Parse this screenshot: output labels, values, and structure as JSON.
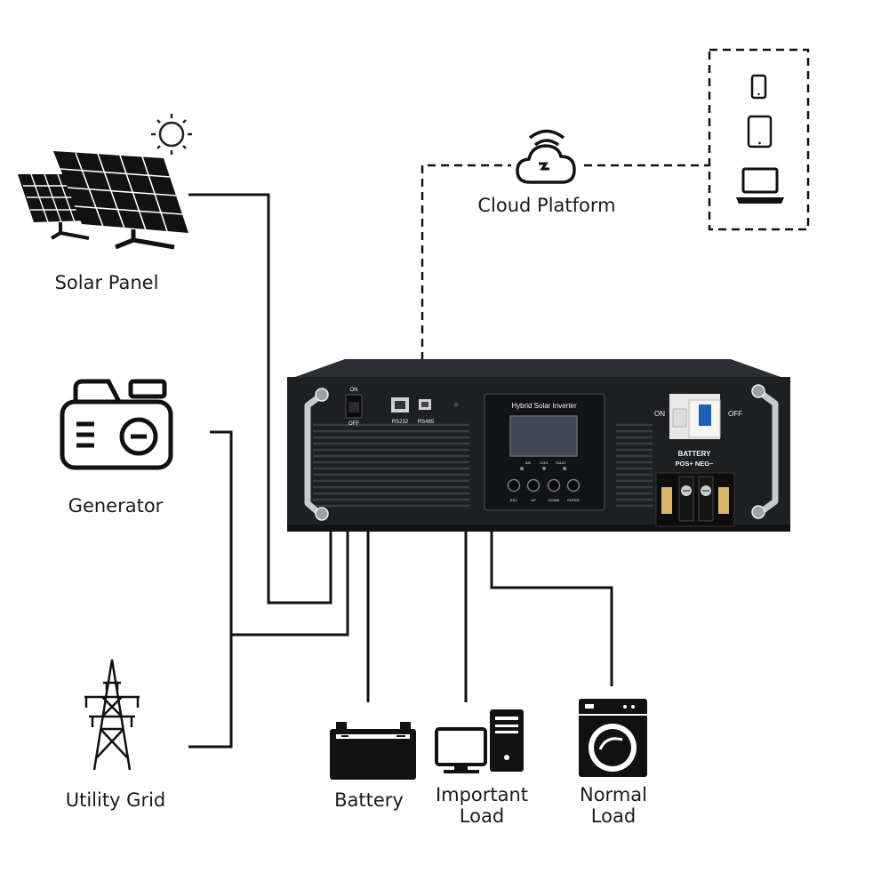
{
  "diagram": {
    "sources": {
      "solar_panel": "Solar Panel",
      "generator": "Generator",
      "utility_grid": "Utility Grid"
    },
    "cloud": {
      "label": "Cloud Platform"
    },
    "loads": {
      "battery": "Battery",
      "important_load_line1": "Important",
      "important_load_line2": "Load",
      "normal_load_line1": "Normal",
      "normal_load_line2": "Load"
    },
    "inverter": {
      "panel_title": "Hybrid Solar Inverter",
      "switch_on": "ON",
      "switch_off": "OFF",
      "port_rs232": "RS232",
      "port_rs485": "RS485",
      "breaker_on": "ON",
      "breaker_off": "OFF",
      "battery_label": "BATTERY",
      "battery_polarity": "POS+  NEG−",
      "led_labels": [
        "INV",
        "CHG",
        "FAULT"
      ],
      "button_labels": [
        "ESC",
        "UP",
        "DOWN",
        "ENTER"
      ]
    },
    "devices": [
      "phone-icon",
      "tablet-icon",
      "laptop-icon"
    ]
  }
}
